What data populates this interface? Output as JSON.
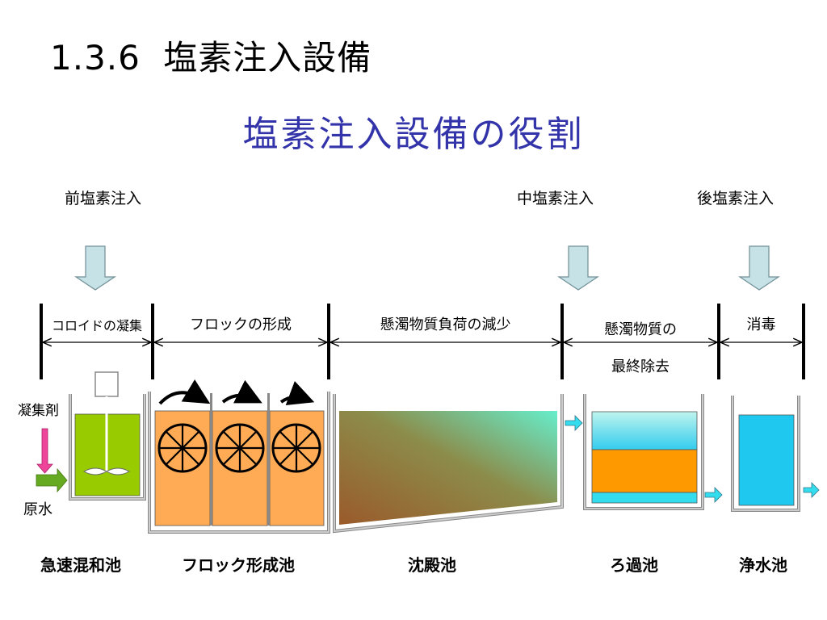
{
  "title": {
    "number": "1.3.6",
    "main": "塩素注入設備",
    "subtitle": "塩素注入設備の役割"
  },
  "injection_points": [
    {
      "label": "前塩素注入"
    },
    {
      "label": "中塩素注入"
    },
    {
      "label": "後塩素注入"
    }
  ],
  "stages": {
    "coagulation": "コロイドの凝集",
    "floc_formation": "フロックの形成",
    "load_reduction": "懸濁物質負荷の減少",
    "final_removal_line1": "懸濁物質の",
    "final_removal_line2": "最終除去",
    "disinfection": "消毒"
  },
  "inputs": {
    "coagulant": "凝集剤",
    "raw_water": "原水"
  },
  "tanks": {
    "rapid_mix": "急速混和池",
    "flocculation": "フロック形成池",
    "sedimentation": "沈殿池",
    "filtration": "ろ過池",
    "clear_water": "浄水池"
  },
  "colors": {
    "subtitle": "#3333aa",
    "injection_arrow": "#c6e2e6",
    "rapid_mix_water": "#99cc00",
    "floc_water": "#ffaa55",
    "filter_water": "#33ddee",
    "filter_media": "#ff9900",
    "clear_water": "#1ec8ee",
    "flow_arrow": "#33ddee",
    "coagulant_arrow": "#ee4499",
    "raw_water_arrow": "#66aa22",
    "tank_wall": "#c0c0c0"
  }
}
